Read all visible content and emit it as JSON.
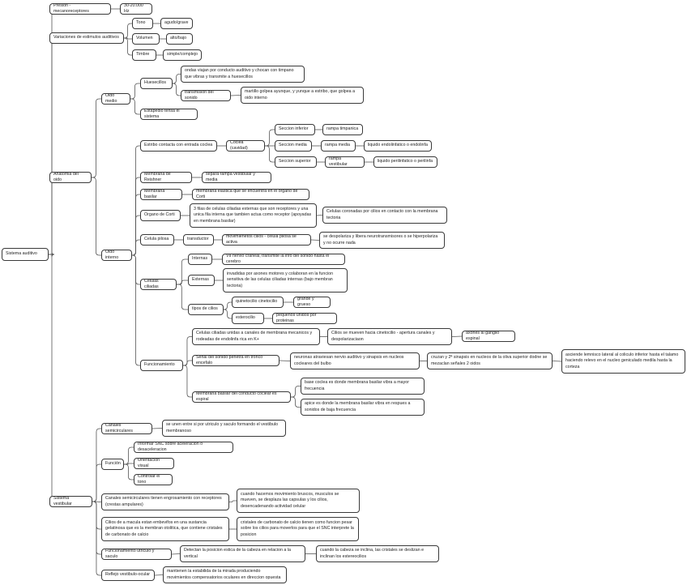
{
  "map": {
    "root": "Sistema auditivo",
    "presion": "Presion - mecanoreceptores",
    "presion_rango": "30-20.000 Hz",
    "variaciones": "Variaciones de estimulos auditivos",
    "tono": "Tono",
    "tono_val": "agudo/grave",
    "volumen": "Volumen",
    "volumen_val": "alto/bajo",
    "timbre": "Timbre",
    "timbre_val": "simple/complejo",
    "anatomia": "Anatomia del oido",
    "oido_medio": "Oido medio",
    "huesecillos": "Huesecillos",
    "ondas": "ondas viajan por conducto auditivo y chocan con timpano que vibras y transmite a huesecillos",
    "transmision": "transmision del sonido",
    "martillo": "martillo golpea ayunque, y yunque a estribo, que golpea a oido interno",
    "estapedio": "Estapedio tensa el sistema",
    "oido_interno": "Oido interno",
    "estribo": "Estribo contacta con entrada coclea",
    "coclea": "Coclea (cavidad)",
    "sec_inferior": "Seccion inferior",
    "rampa_timpanica": "rampa timpanica",
    "sec_media": "Seccion media",
    "rampa_media": "rampa media",
    "liq_endo": "liquido endolinfatico o endolinfa",
    "sec_superior": "Seccion superior",
    "rampa_vestibular": "rampa vestibular",
    "liq_peri": "liquido perilinfatico o perilinfa",
    "reissner": "Membrana de Reishner",
    "reissner_desc": "separa rampa vestibular y media",
    "basilar": "Membrana basilar",
    "basilar_desc": "membrana elastica que se encuentra en el organo de Corti",
    "corti": "Organo de Corti",
    "corti_desc": "3 filas de celulas ciliadas externas que son receptores y una unica fila interna que tambien actua como receptor (apoyadas en membrana basilar)",
    "corti_cel": "Celulas coronadas por cilios en contacto con la membrana tectoria",
    "pilosa": "Celula pilosa",
    "transductor": "transductor",
    "movimientos": "movimienetos cilios - celula pilosa se activa",
    "despolariza": "se despolariza y libera neurotransmisores o se hiperpolariza y no ocurre nada",
    "ciliadas": "Celulas ciliadas",
    "internas": "Internas",
    "nervio_craneal": "VII nervio craneal, transmite la info del sonido hasta el cerebro",
    "externas": "Externas",
    "inervadas": "invadidas por axones motores y colaboran en la funcion sensitiva de las celulas ciliadas internas (bajo membran tectoria)",
    "tipos_cilios": "tipos de cilios",
    "quinetocilio": "quinetocilio cinetocilio",
    "grande": "grande y grueso",
    "estereocilio": "esterocilio",
    "pequenos": "pequeños unidos por proteinas",
    "funcionamiento": "Funcionamiento",
    "unidas": "Celulas ciliadas unidas a canales de membrana mecanicos y rodeadas de endolinfa rica en K+",
    "cilios_mueven": "Cilios se mueven hacia cinetocilio - apertura canales y despolarizaciaon",
    "axones": "axones al ganglio espinal",
    "senal": "Señal del sonido penetra en tronco encefalo",
    "neuronas": "neuronas atraviesan nervio auditivo y sinapsis en nucleos cocleares del bulbo",
    "cruzan": "cruzan y 2ª sinapsis en nucleos de la oliva superior dodne se mezaclan señales 2 oidos",
    "asciende": "asciende lemnisco lateral al coliculo inferior hasta el talamo haciendo relevo en el nucleo geniculado medila hasta la corteza",
    "membrana_basilar_conducto": "Membrana basilar del conducto coclear es espiral",
    "base_coclea": "base coclea es donde membrana basilar vibra a mayor frecuencia",
    "apice": "apice es donde la membrana basilar vibra en respues a sonidos de baja frecuencia",
    "vestibular": "Sistema vestibular",
    "canales": "Canales semicirculares",
    "canales_desc": "se unen entre si por utriculo y saculo formando el vestibulo membranoso",
    "funcion": "Función",
    "informar": "Informar SNC sobre aceleracion o desaceleracion",
    "orientacion": "Orientacion visual",
    "controlar": "Controlar el tono",
    "canales_engros": "Canales semicirculares tienen engrosamiento con receptores (crestas ampulares)",
    "movimiento_brusco": "cuando hacemos movimiento bruscos, musculos se mueven, se desplaza las capsulas y los cilios, desencadenando actividad celular",
    "macula": "Cilios de a macula estan embevifos en una sustancia gelatinosa que es la membran otolitica, que contiene cristales de carbonato de calcio",
    "cristales": "cristales de carbonato de calcio tienen como funcion pesar sobre los cilios para moverlos para que el SNC interprete la posicion",
    "utriculo": "Funcionamiento utriculo y saculo",
    "detectan": "Detectan la posicion estica de la cabeza en relacion a la vertical",
    "inclina": "cuando la cabeza se inclina, las cristales se deslizan e inclinan los estereocilios",
    "reflejo": "Reflejo vestibulo-ocular",
    "mantienen": "mantienen la estabilida de la mirada produciendo movimientos compensatorios oculares en direccion opuesta"
  }
}
